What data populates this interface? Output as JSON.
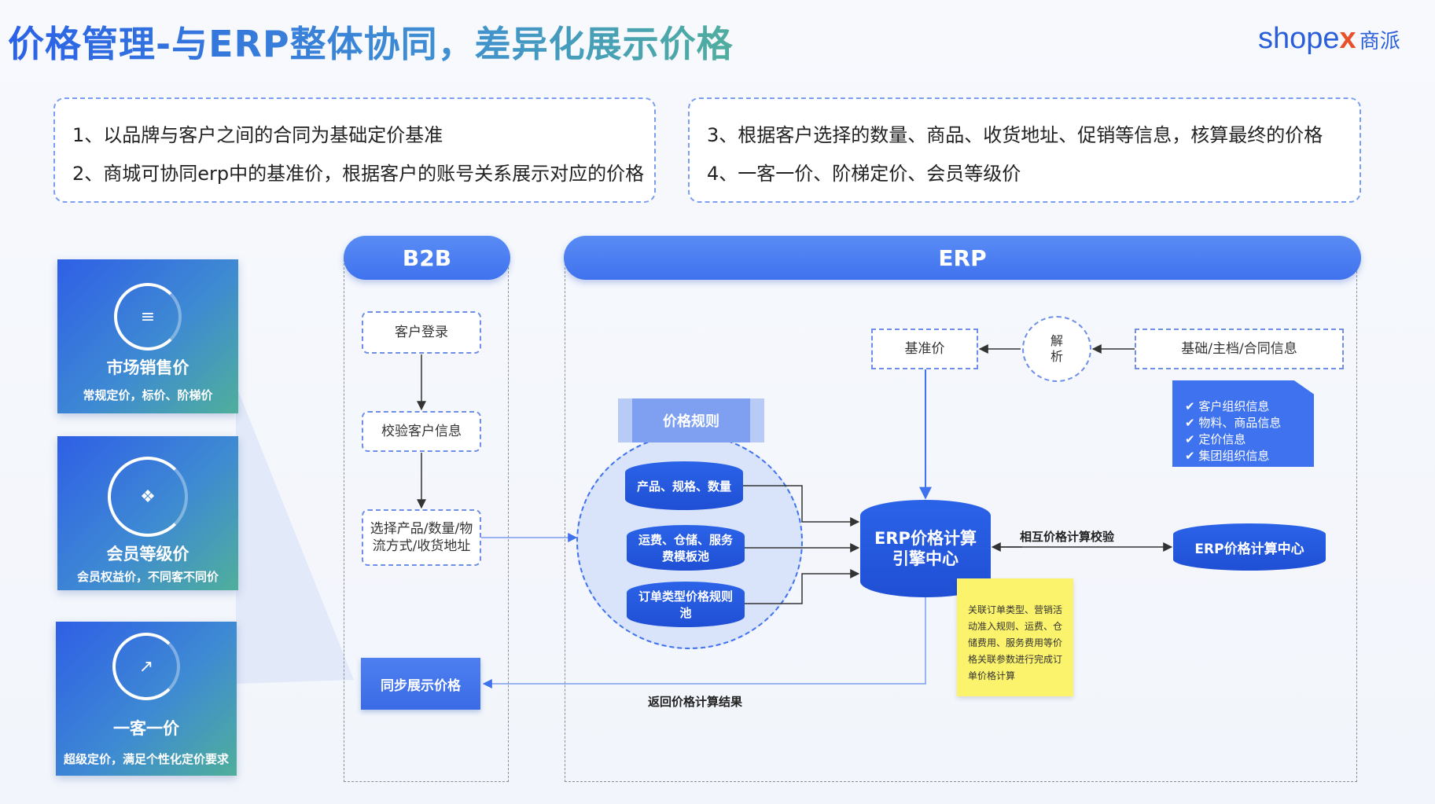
{
  "header": {
    "title": "价格管理-与ERP整体协同，差异化展示价格",
    "logo_text": "shope",
    "logo_x": "x",
    "logo_cn": "商派"
  },
  "notes": {
    "left": [
      "1、以品牌与客户之间的合同为基础定价基准",
      "2、商城可协同erp中的基准价，根据客户的账号关系展示对应的价格"
    ],
    "right": [
      "3、根据客户选择的数量、商品、收货地址、促销等信息，核算最终的价格",
      "4、一客一价、阶梯定价、会员等级价"
    ]
  },
  "price_cards": [
    {
      "title": "市场销售价",
      "subtitle": "常规定价，标价、阶梯价",
      "icon": "sliders-icon"
    },
    {
      "title": "会员等级价",
      "subtitle": "会员权益价，不同客不同价",
      "icon": "cubes-icon"
    },
    {
      "title": "一客一价",
      "subtitle": "超级定价，满足个性化定价要求",
      "icon": "chart-icon"
    }
  ],
  "b2b": {
    "header": "B2B",
    "steps": [
      "客户登录",
      "校验客户信息",
      "选择产品/数量/物流方式/收货地址"
    ],
    "sync": "同步展示价格"
  },
  "erp": {
    "header": "ERP",
    "base_price": "基准价",
    "parse": "解析",
    "base_info": "基础/主档/合同信息",
    "checklist": [
      "客户组织信息",
      "物料、商品信息",
      "定价信息",
      "集团组织信息"
    ],
    "rules_title": "价格规则",
    "rules": [
      "产品、规格、数量",
      "运费、仓储、服务费模板池",
      "订单类型价格规则池"
    ],
    "engine": "ERP价格计算引擎中心",
    "mutual_check": "相互价格计算校验",
    "center": "ERP价格计算中心",
    "sticky_note": "关联订单类型、营销活动准入规则、运费、仓储费用、服务费用等价格关联参数进行完成订单价格计算",
    "return_label": "返回价格计算结果"
  },
  "colors": {
    "accent": "#3f72ee",
    "dash": "#7c9ef0",
    "sticky": "#fbf36b"
  }
}
